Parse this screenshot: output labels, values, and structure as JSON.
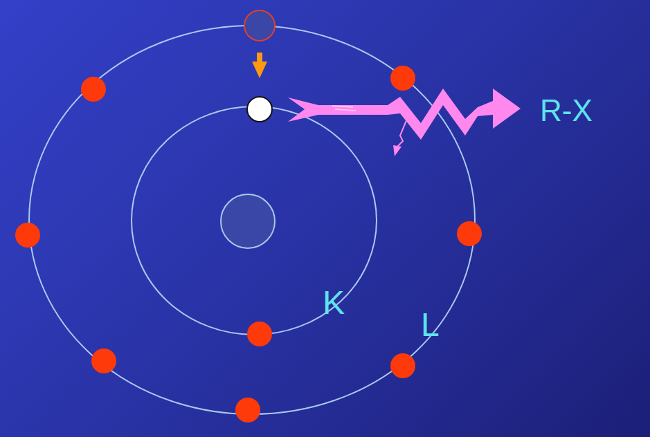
{
  "diagram": {
    "labels": [
      "R-X",
      "K",
      "L"
    ]
  }
}
